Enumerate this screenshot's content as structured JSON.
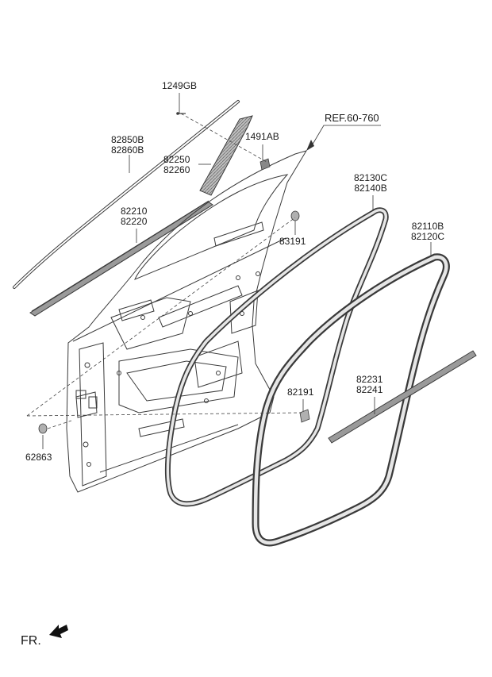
{
  "callouts": {
    "c1249gb": [
      "1249GB"
    ],
    "c82850b": [
      "82850B",
      "82860B"
    ],
    "c1491ab": [
      "1491AB"
    ],
    "c82250": [
      "82250",
      "82260"
    ],
    "c82210": [
      "82210",
      "82220"
    ],
    "c83191": [
      "83191"
    ],
    "cref": [
      "REF.60-760"
    ],
    "c82130c": [
      "82130C",
      "82140B"
    ],
    "c82110b": [
      "82110B",
      "82120C"
    ],
    "c82231": [
      "82231",
      "82241"
    ],
    "c82191": [
      "82191"
    ],
    "c62863": [
      "62863"
    ]
  },
  "direction": {
    "label": "FR."
  },
  "colors": {
    "line": "#3a3a3a",
    "seal": "#555555",
    "seal_inner": "#e6e6e6",
    "leader": "#333333",
    "shade": "#888888"
  }
}
